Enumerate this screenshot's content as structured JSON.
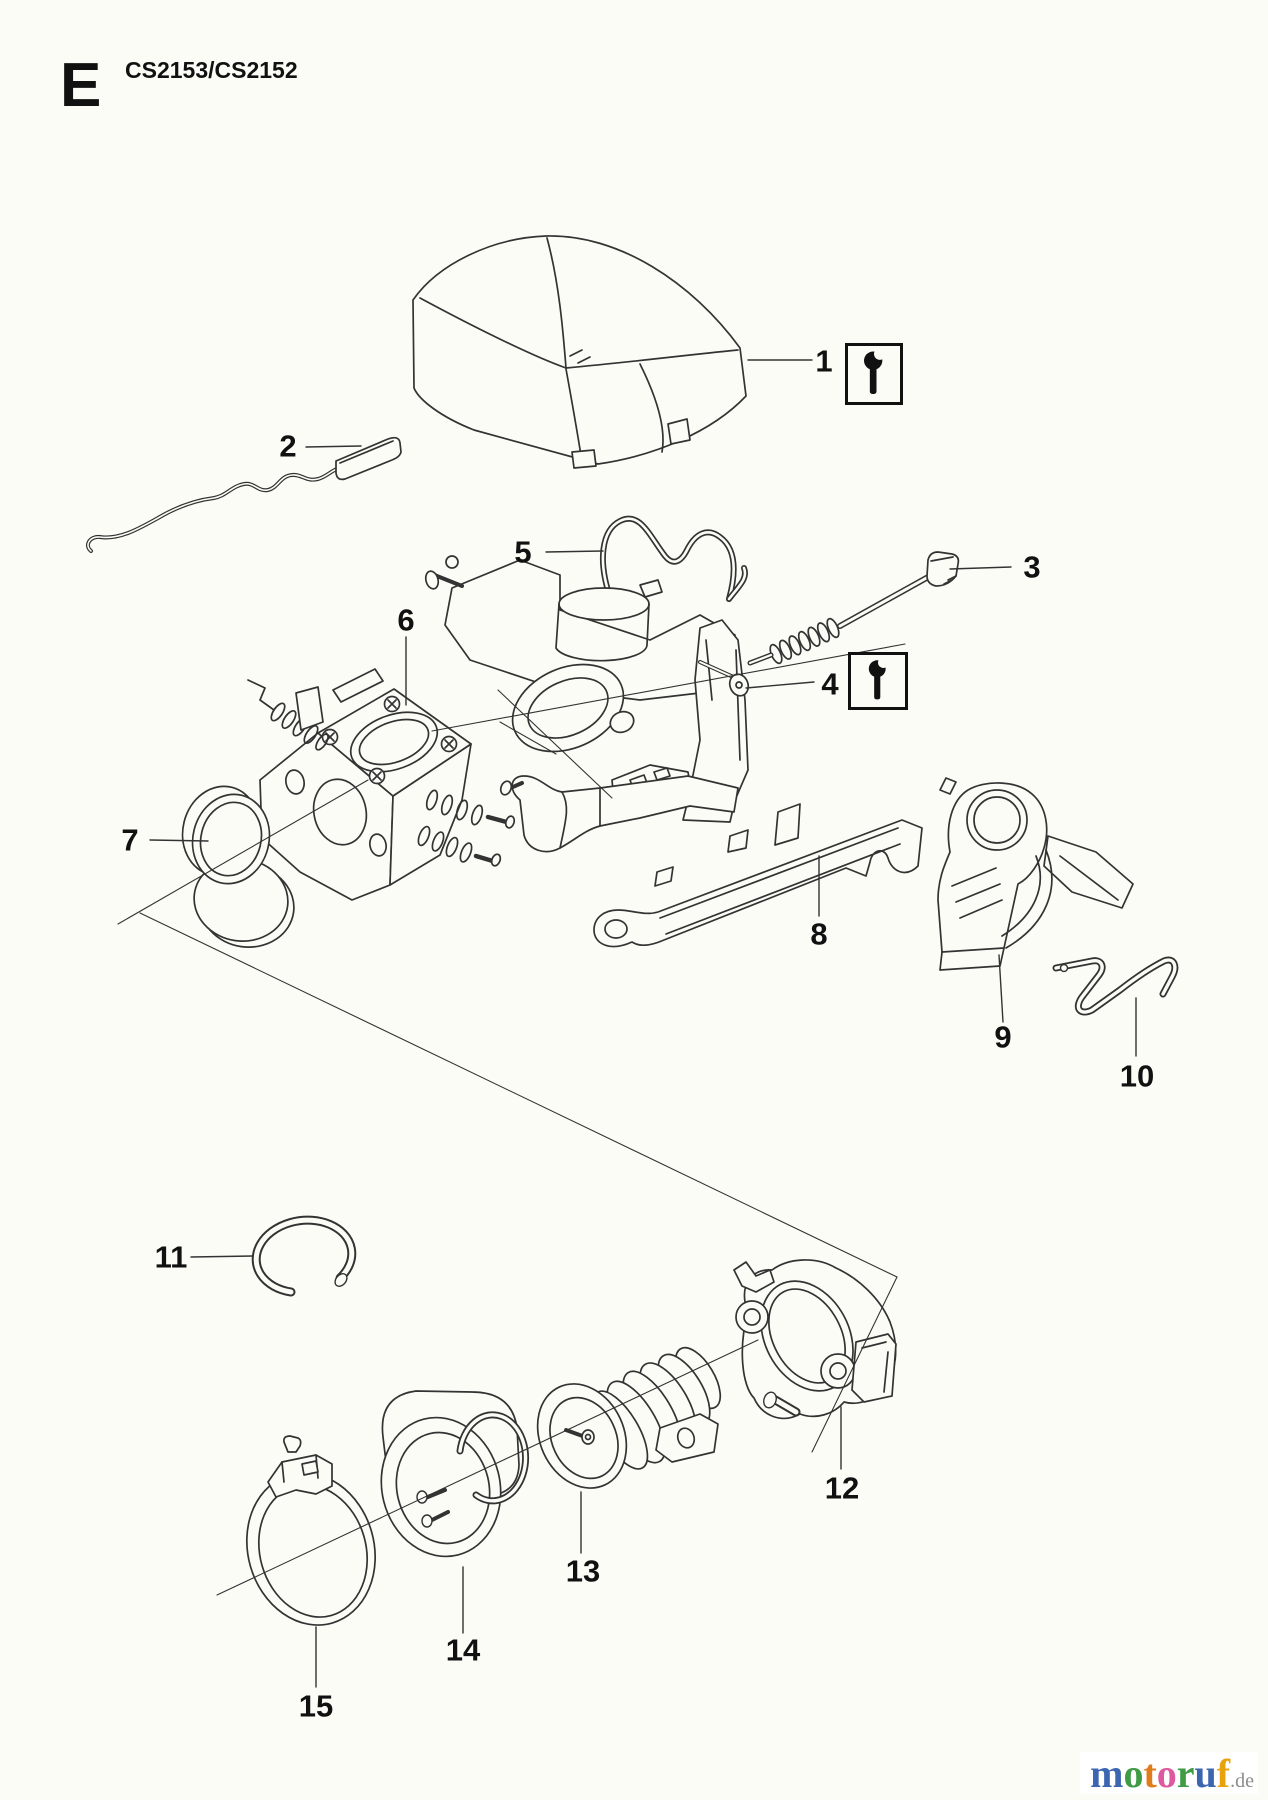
{
  "header": {
    "section_letter": "E",
    "model_code": "CS2153/CS2152"
  },
  "callout_numbers": [
    "1",
    "2",
    "3",
    "4",
    "5",
    "6",
    "7",
    "8",
    "9",
    "10",
    "11",
    "12",
    "13",
    "14",
    "15"
  ],
  "tool_icon": {
    "glyph_name": "wrench-icon"
  },
  "watermark": {
    "letters": [
      {
        "ch": "m",
        "color": "#3d66b1"
      },
      {
        "ch": "o",
        "color": "#3f9b44"
      },
      {
        "ch": "t",
        "color": "#e07c1a"
      },
      {
        "ch": "o",
        "color": "#de5a9e"
      },
      {
        "ch": "r",
        "color": "#3f9b44"
      },
      {
        "ch": "u",
        "color": "#3d66b1"
      },
      {
        "ch": "f",
        "color": "#e8a20c"
      }
    ],
    "domain": {
      "text": ".de",
      "color": "#8c8c8c"
    }
  },
  "colors": {
    "line": "#333333",
    "background": "#fcfcf7",
    "label": "#111111"
  }
}
